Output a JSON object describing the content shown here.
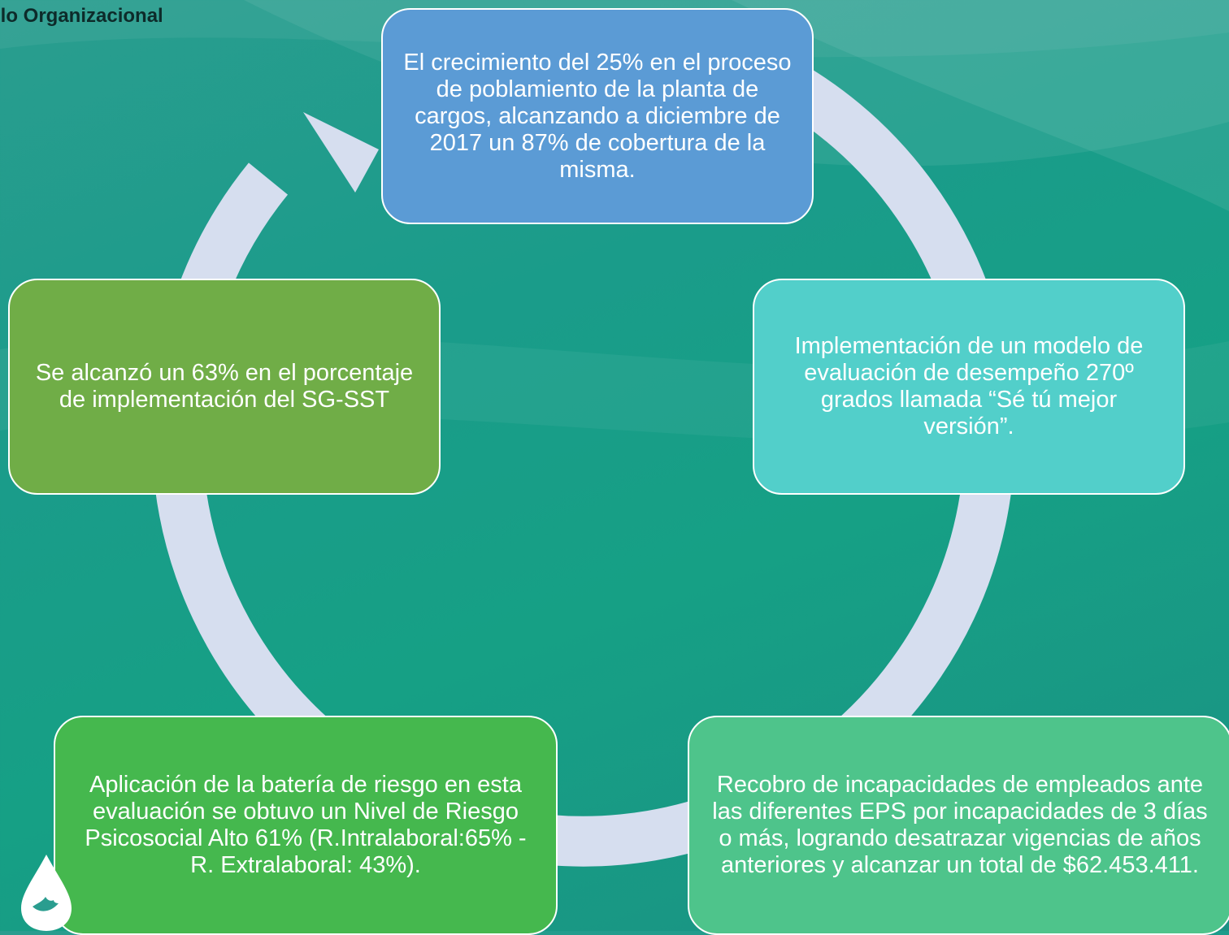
{
  "header": {
    "title": "llo Organizacional"
  },
  "cycle": {
    "items": [
      {
        "text": "El crecimiento del 25% en el proceso de poblamiento de la planta de cargos, alcanzando a diciembre de 2017 un 87% de cobertura de la misma.",
        "color": "#5b9bd5"
      },
      {
        "text": "Implementación de un modelo de evaluación de desempeño 270º grados llamada “Sé tú mejor versión”.",
        "color": "#52cfca"
      },
      {
        "text": "Recobro de incapacidades de empleados ante las diferentes EPS por incapacidades de 3 días o más, logrando desatrazar vigencias de años anteriores y alcanzar un total de $62.453.411.",
        "color": "#4ec48b"
      },
      {
        "text": "Aplicación de la batería de riesgo en esta evaluación se obtuvo un Nivel de Riesgo Psicosocial Alto 61% (R.Intralaboral:65% - R. Extralaboral: 43%).",
        "color": "#45b84e"
      },
      {
        "text": "Se alcanzó un 63% en el porcentaje de implementación del SG-SST",
        "color": "#70ad47"
      }
    ],
    "ring_color": "#d6deef"
  }
}
